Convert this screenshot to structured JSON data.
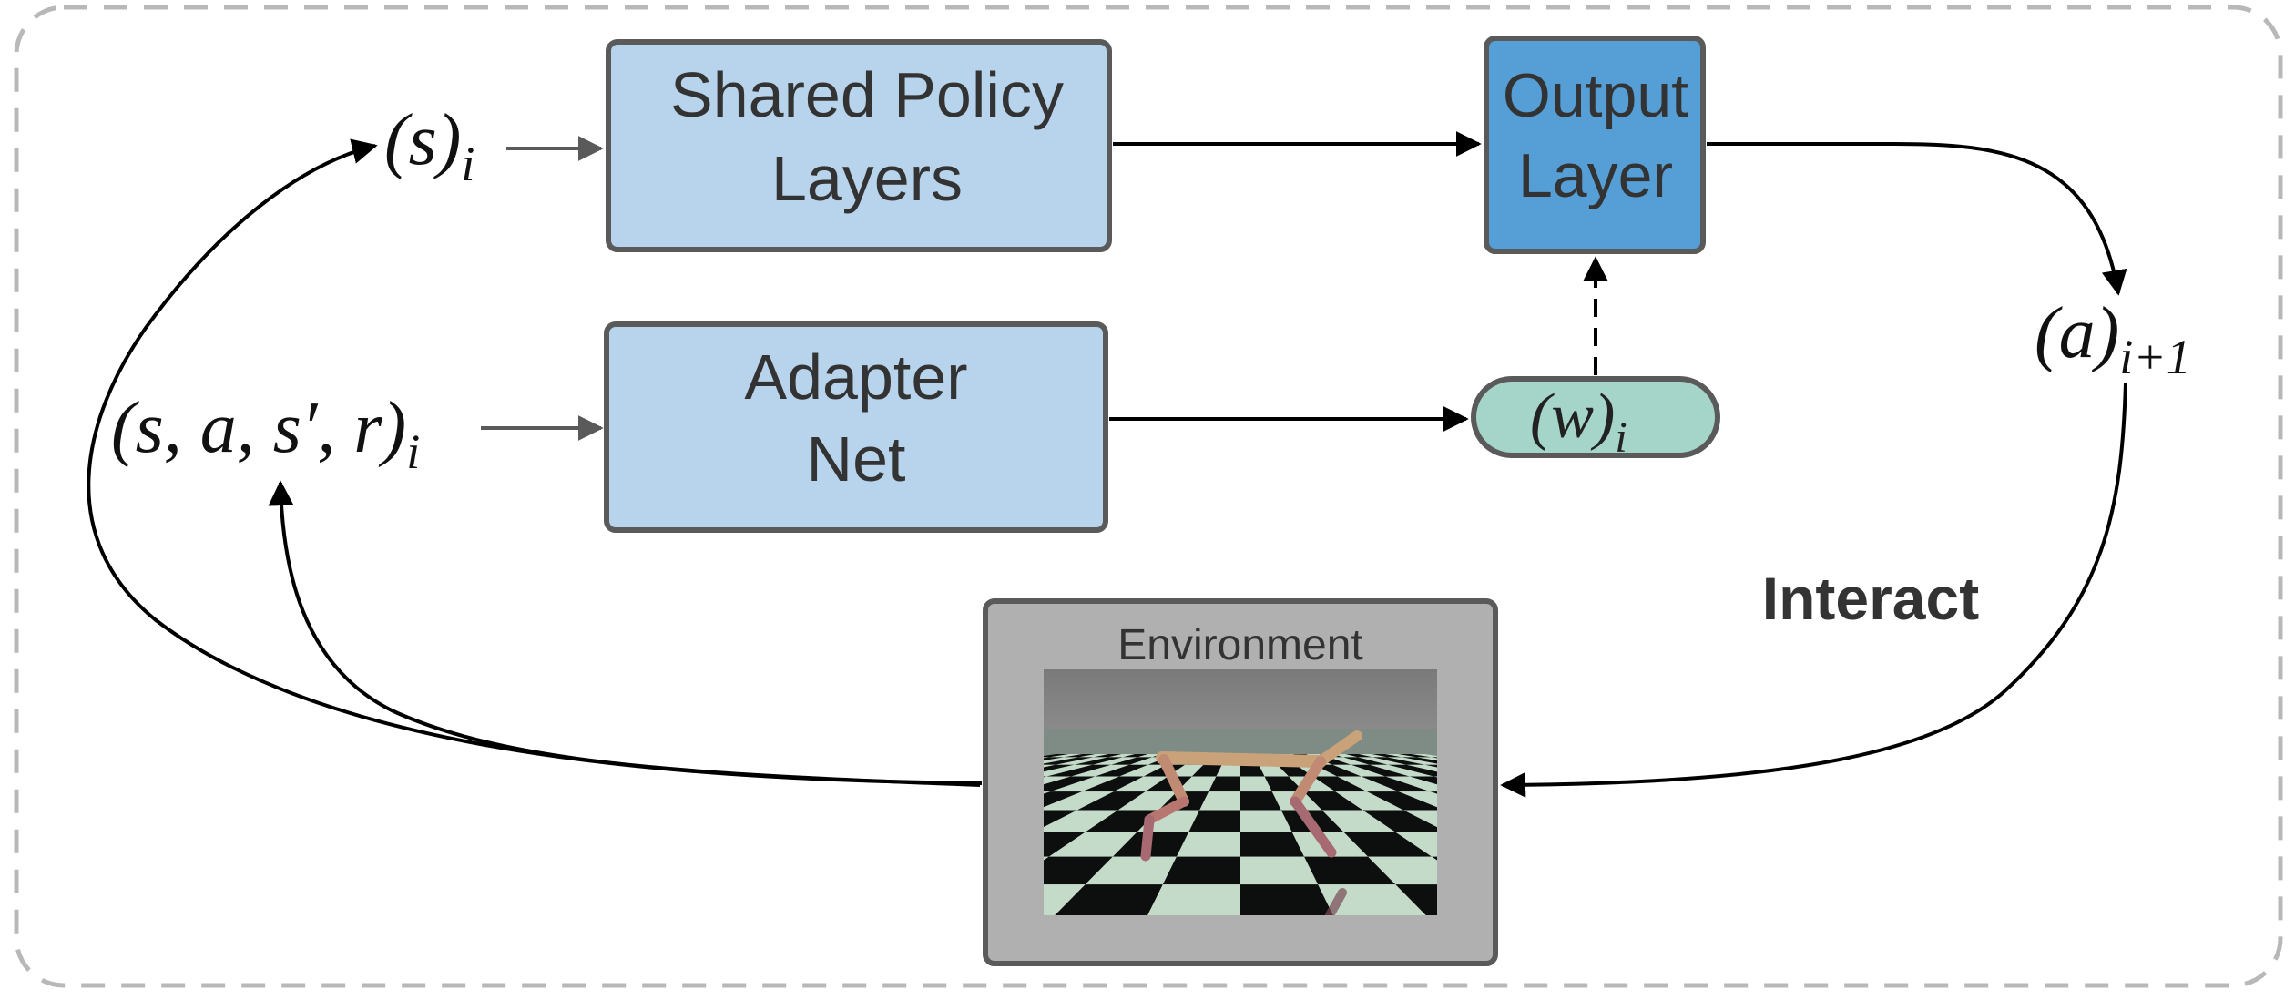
{
  "nodes": {
    "shared_policy": {
      "line1": "Shared Policy",
      "line2": "Layers",
      "fill": "#b8d4ec"
    },
    "adapter_net": {
      "line1": "Adapter",
      "line2": "Net",
      "fill": "#b8d4ec"
    },
    "output_layer": {
      "line1": "Output",
      "line2": "Layer",
      "fill": "#559fd6"
    },
    "weights": {
      "label": "(w)",
      "sub": "i",
      "fill": "#a5d4c8"
    },
    "environment": {
      "title": "Environment",
      "fill": "#b0b0b0"
    }
  },
  "labels": {
    "state": {
      "label": "(s)",
      "sub": "i"
    },
    "transition": {
      "label": "(s, a, s′, r)",
      "sub": "i"
    },
    "action": {
      "label": "(a)",
      "sub": "i+1"
    },
    "interact": "Interact"
  },
  "colors": {
    "box_stroke": "#5a5a5a",
    "text": "#333333",
    "frame": "#b8b8b8"
  }
}
